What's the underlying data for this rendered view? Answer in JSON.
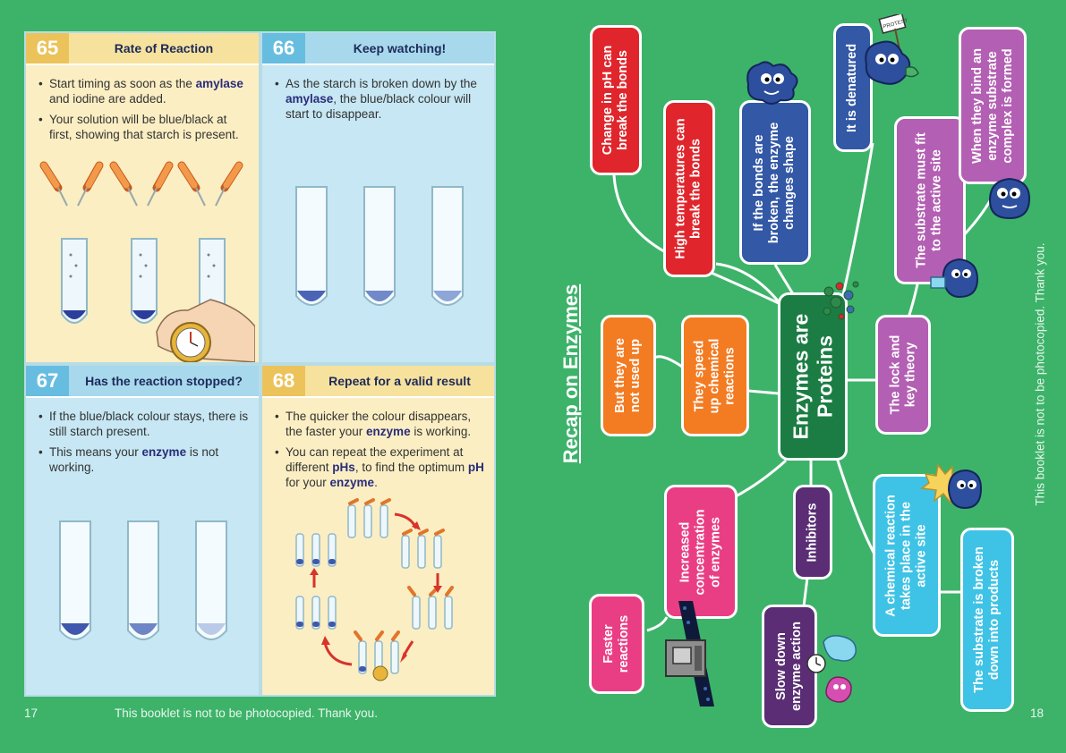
{
  "left_page": {
    "panels": [
      {
        "number": "65",
        "title": "Rate of Reaction",
        "b1_pre": "Start timing as soon as the ",
        "b1_bold": "amylase",
        "b1_post": " and iodine are added.",
        "b2": "Your solution will be blue/black at first, showing that starch is present."
      },
      {
        "number": "66",
        "title": "Keep watching!",
        "b1_pre": "As the starch is broken down by the ",
        "b1_bold": "amylase",
        "b1_post": ", the blue/black colour will start to disappear."
      },
      {
        "number": "67",
        "title": "Has the reaction stopped?",
        "b1": "If the blue/black colour stays, there is still starch present.",
        "b2_pre": "This means your ",
        "b2_bold": "enzyme",
        "b2_post": " is not working."
      },
      {
        "number": "68",
        "title": "Repeat for a valid result",
        "b1_pre": "The quicker the colour disappears, the faster your ",
        "b1_bold": "enzyme",
        "b1_post": " is working.",
        "b2_pre": "You can repeat the experiment at different ",
        "b2_bold": "pHs",
        "b2_mid": ", to find the optimum ",
        "b2_bold2": "pH",
        "b2_mid2": " for your ",
        "b2_bold3": "enzyme",
        "b2_post": "."
      }
    ],
    "page_number": "17",
    "footer": "This booklet is not to be photocopied. Thank you."
  },
  "right_page": {
    "heading": "Recap on Enzymes",
    "center": "Enzymes are\nProteins",
    "nodes": {
      "ph": "Change in pH can\nbreak the bonds",
      "temp": "High temperatures can\nbreak the bonds",
      "bonds": "If the bonds are\nbroken, the enzyme\nchanges shape",
      "denatured": "It is denatured",
      "substrate_fit": "The substrate must fit\nto the active site",
      "complex": "When they bind an\nenzyme substrate\ncomplex is formed",
      "not_used": "But they are\nnot used up",
      "speed": "They speed\nup chemical\nreactions",
      "lock": "The lock and\nkey theory",
      "concentration": "Increased\nconcentration\nof enzymes",
      "faster": "Faster\nreactions",
      "inhibitors": "Inhibitors",
      "slow": "Slow down\nenzyme action",
      "chemical_reaction": "A chemical reaction\ntakes place in the\nactive site",
      "broken_down": "The substrate is broken\ndown into products"
    },
    "sign_text": "PROTEST",
    "page_number": "18",
    "side_note": "This booklet is not to be photocopied. Thank you."
  },
  "colors": {
    "background": "#3db36a",
    "red": "#e0262c",
    "blue": "#3e6bb5",
    "purple": "#b35fb3",
    "orange": "#f37b22",
    "pink": "#ea3e84",
    "plum": "#5a2d74",
    "cyan": "#3ec3e6",
    "dark_green": "#1b7d43"
  }
}
